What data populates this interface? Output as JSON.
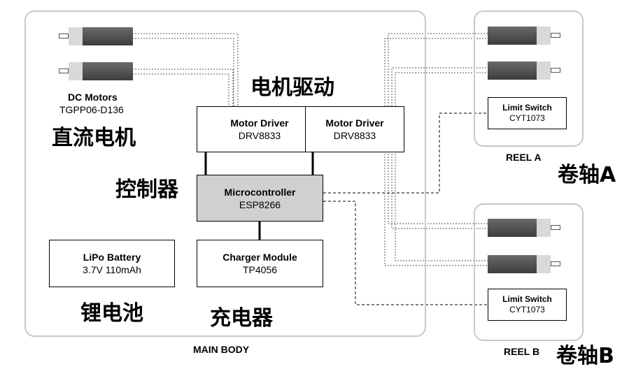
{
  "main_body": {
    "label": "MAIN BODY"
  },
  "reel_a": {
    "label": "REEL A",
    "cn_label": "卷轴A",
    "limit_switch": {
      "title": "Limit Switch",
      "part": "CYT1073"
    }
  },
  "reel_b": {
    "label": "REEL B",
    "cn_label": "卷轴B",
    "limit_switch": {
      "title": "Limit Switch",
      "part": "CYT1073"
    }
  },
  "dc_motors": {
    "title": "DC Motors",
    "part": "TGPP06-D136",
    "cn_label": "直流电机"
  },
  "motor_driver_label_cn": "电机驱动",
  "motor_driver_1": {
    "title": "Motor Driver",
    "part": "DRV8833"
  },
  "motor_driver_2": {
    "title": "Motor Driver",
    "part": "DRV8833"
  },
  "microcontroller": {
    "title": "Microcontroller",
    "part": "ESP8266",
    "cn_label": "控制器"
  },
  "battery": {
    "title": "LiPo Battery",
    "spec": "3.7V 110mAh",
    "cn_label": "锂电池"
  },
  "charger": {
    "title": "Charger Module",
    "part": "TP4056",
    "cn_label": "充电器"
  },
  "colors": {
    "enclosure": "#c8c8c8",
    "mcu_fill": "#d0d0d0",
    "motor_body": "#4d4d4d",
    "motor_cap": "#d9d9d9"
  }
}
